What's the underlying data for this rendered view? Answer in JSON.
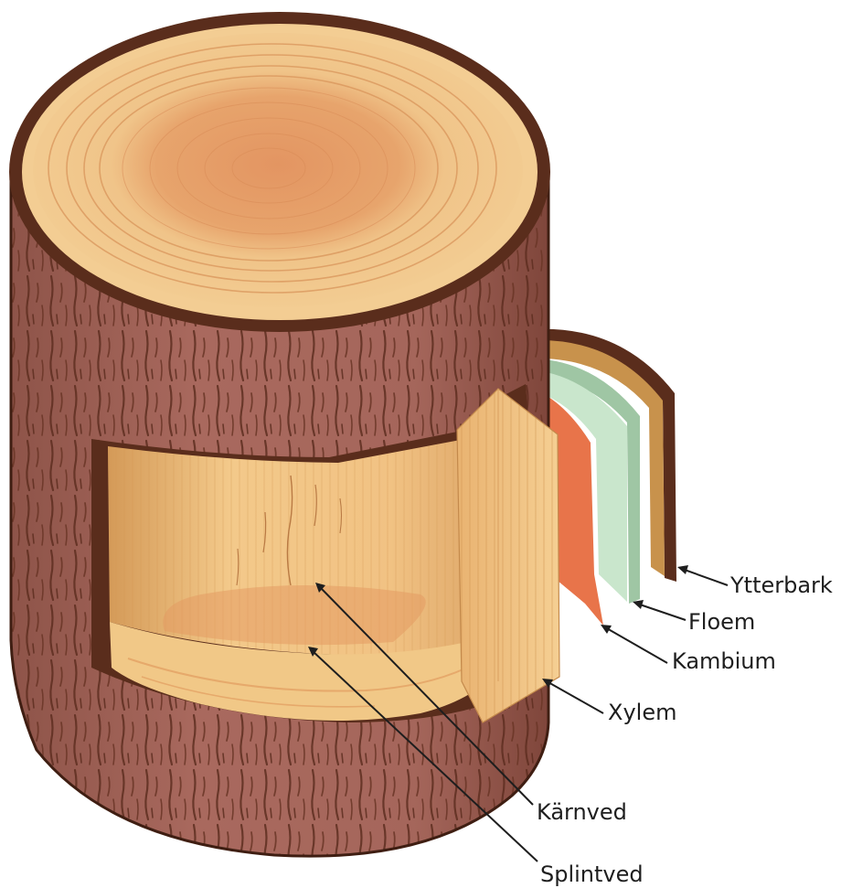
{
  "diagram": {
    "labels": {
      "ytterbark": "Ytterbark",
      "floem": "Floem",
      "kambium": "Kambium",
      "xylem": "Xylem",
      "karnved": "Kärnved",
      "splintved": "Splintved"
    },
    "colors": {
      "bark": "#a6665c",
      "bark_dark": "#5a2d1c",
      "bark_outline": "#3f1e12",
      "heartwood": "#e39a63",
      "sapwood": "#f1c887",
      "xylem_strip": "#eebc78",
      "cambium": "#e8744a",
      "phloem": "#c9e6cc",
      "outer_bark_sheet": "#c8924c",
      "leader_line": "#1e1e1e"
    }
  }
}
